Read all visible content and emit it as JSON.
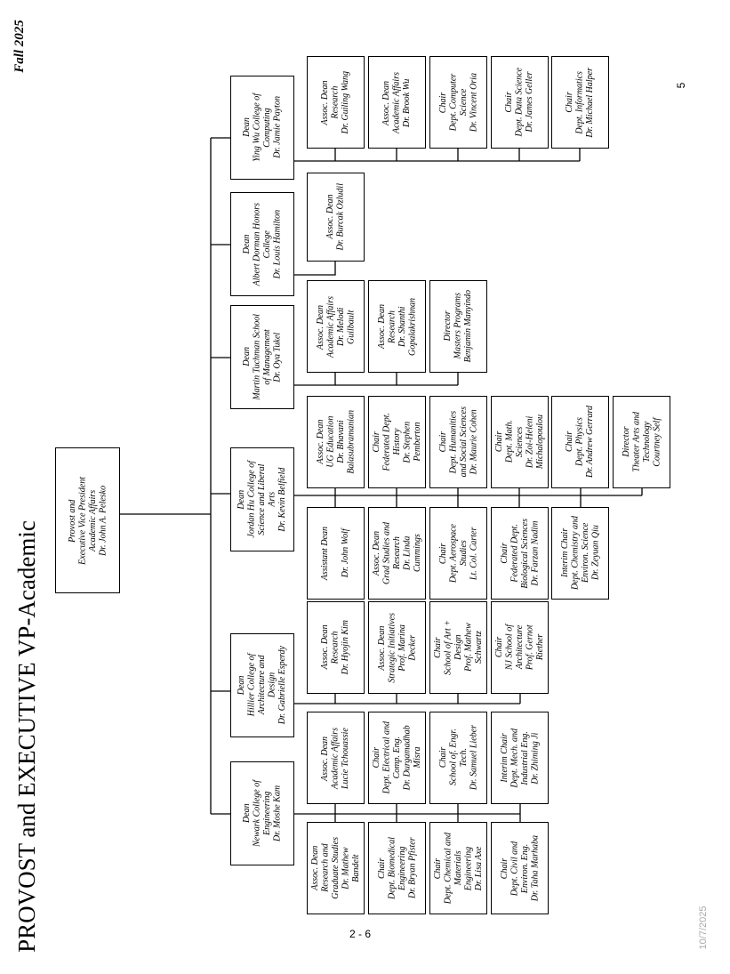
{
  "header": {
    "term": "Fall 2025",
    "title": "PROVOST and EXECUTIVE VP-Academic",
    "page_number": "5"
  },
  "footer": {
    "sheet": "2 - 6",
    "date": "10/7/2025"
  },
  "provost": {
    "lines": [
      "Provost and",
      "Executive Vice President",
      "Academic Affairs",
      "Dr. John A. Pelesko"
    ]
  },
  "colleges": [
    {
      "dean": {
        "lines": [
          "Dean",
          "Ying Wu College of",
          "Computing",
          "Dr. Jamie Payton"
        ]
      },
      "reports": [
        {
          "lines": [
            "Assoc. Dean",
            "Research",
            "Dr. Guiling Wang"
          ]
        },
        {
          "lines": [
            "Assoc. Dean",
            "Academic Affairs",
            "Dr. Brook Wu"
          ]
        },
        {
          "lines": [
            "Chair",
            "Dept. Computer",
            "Science",
            "Dr. Vincent Oria"
          ]
        },
        {
          "lines": [
            "Chair",
            "Dept. Data Science",
            "Dr. James Geller"
          ]
        },
        {
          "lines": [
            "Chair",
            "Dept. Informatics",
            "Dr. Michael Halper"
          ]
        }
      ]
    },
    {
      "dean": {
        "lines": [
          "Dean",
          "Albert Dorman Honors",
          "College",
          "Dr. Louis Hamilton"
        ]
      },
      "reports": [
        {
          "lines": [
            "Assoc. Dean",
            "Dr. Burcak Ozludil"
          ]
        }
      ]
    },
    {
      "dean": {
        "lines": [
          "Dean",
          "Martin Tuchman School",
          "of Management",
          "Dr. Oya Tukel"
        ]
      },
      "reports": [
        {
          "lines": [
            "Assoc. Dean",
            "Academic Affairs",
            "Dr. Melodi",
            "Guilbault"
          ]
        },
        {
          "lines": [
            "Assoc. Dean",
            "Research",
            "Dr. Shanthi",
            "Gopalakrishnan"
          ]
        },
        {
          "lines": [
            "Director",
            "Masters Programs",
            "Benjamin Manyindo"
          ]
        }
      ]
    },
    {
      "dean": {
        "lines": [
          "Dean",
          "Jordan Hu College of",
          "Science and Liberal",
          "Arts",
          "Dr. Kevin Belfield"
        ]
      },
      "reports": [
        {
          "lines": [
            "Assoc. Dean",
            "UG Education",
            "Dr. Bhavani",
            "Balasubramanian"
          ]
        },
        {
          "lines": [
            "Chair",
            "Federated Dept.",
            "History",
            "Dr. Stephen",
            "Pemberton"
          ]
        },
        {
          "lines": [
            "Chair",
            "Dept. Humanities",
            "and Social Sciences",
            "Dr. Maurie Cohen"
          ]
        },
        {
          "lines": [
            "Chair",
            "Dept. Math.",
            "Sciences",
            "Dr. Zoi-Heleni",
            "Michalopoulou"
          ]
        },
        {
          "lines": [
            "Chair",
            "Dept. Physics",
            "Dr. Andrew Gerrard"
          ]
        },
        {
          "lines": [
            "Director",
            "Theater Arts and",
            "Technology",
            "Courtney Self"
          ]
        },
        {
          "lines": [
            "Assistant Dean",
            "",
            "Dr. John Wolf"
          ]
        },
        {
          "lines": [
            "Assoc. Dean",
            "Grad Studies and",
            "Research",
            "Dr. Linda",
            "Cummings"
          ]
        },
        {
          "lines": [
            "Chair",
            "Dept. Aerospace",
            "Studies",
            "Lt. Col. Carter"
          ]
        },
        {
          "lines": [
            "Chair",
            "Federated Dept.",
            "Biological Sciences",
            "Dr. Farzan Nadim"
          ]
        },
        {
          "lines": [
            "Interim Chair",
            "Dept. Chemistry and",
            "Environ. Science",
            "Dr. Zeyuan Qiu"
          ]
        }
      ]
    },
    {
      "dean": {
        "lines": [
          "Dean",
          "Hillier College of",
          "Architecture and",
          "Design",
          "Dr. Gabrielle Esperdy"
        ]
      },
      "reports": [
        {
          "lines": [
            "Assoc. Dean",
            "Research",
            "Dr. Hyojin Kim"
          ]
        },
        {
          "lines": [
            "Assoc. Dean",
            "Strategic Initiatives",
            "Prof. Marina",
            "Decker"
          ]
        },
        {
          "lines": [
            "Chair",
            "School of Art +",
            "Design",
            "Prof. Mathew",
            "Schwartz"
          ]
        },
        {
          "lines": [
            "Chair",
            "NJ School of",
            "Architecture",
            "Prof. Gernot",
            "Riether"
          ]
        }
      ]
    },
    {
      "dean": {
        "lines": [
          "Dean",
          "Newark College of",
          "Engineering",
          "Dr. Moshe Kam"
        ]
      },
      "reports": [
        {
          "lines": [
            "Assoc. Dean",
            "Academic Affairs",
            "Lucie Tchouassie"
          ]
        },
        {
          "lines": [
            "Chair",
            "Dept. Electrical and",
            "Comp. Eng.",
            "Dr. Durgamadhab",
            "Misra"
          ]
        },
        {
          "lines": [
            "Chair",
            "School of. Engr.",
            "Tech.",
            "Dr. Samuel Lieber"
          ]
        },
        {
          "lines": [
            "Interim Chair",
            "Dept. Mech. and",
            "Industrial Eng.",
            "Dr. Zhiming Ji"
          ]
        },
        {
          "lines": [
            "Assoc. Dean",
            "Research and",
            "Graduate Studies",
            "Dr. Mathew",
            "Bandelt"
          ]
        },
        {
          "lines": [
            "Chair",
            "Dept. Biomedical",
            "Engineering",
            "Dr. Bryan Pfister"
          ]
        },
        {
          "lines": [
            "Chair",
            "Dept. Chemical and",
            "Materials",
            "Engineering",
            "Dr. Lisa Axe"
          ]
        },
        {
          "lines": [
            "Chair",
            "Dept. Civil and",
            "Environ. Eng.",
            "Dr. Taha Marhaba"
          ]
        }
      ]
    }
  ]
}
